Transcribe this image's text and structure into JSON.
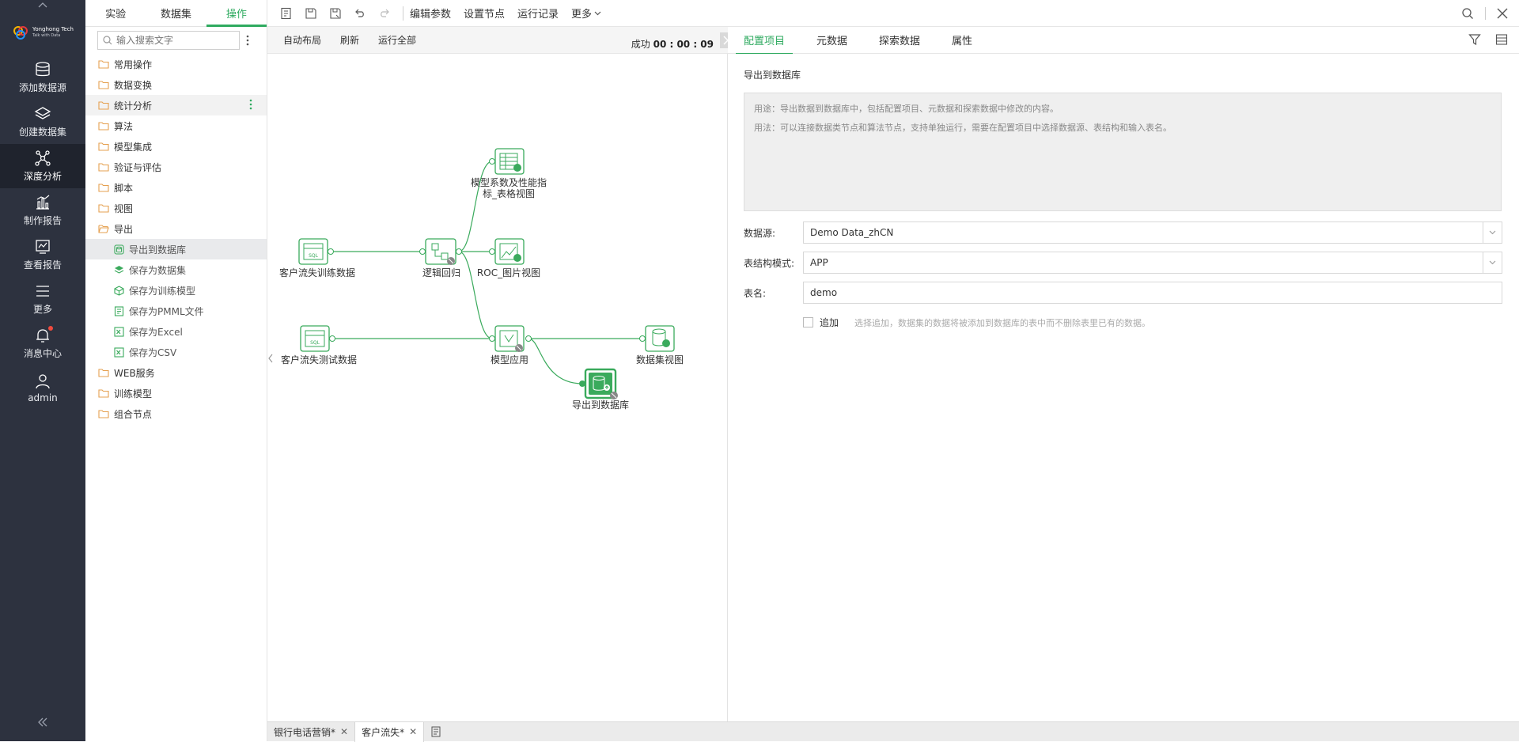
{
  "brand": {
    "name": "Yonghong Tech",
    "tagline": "Talk with Data"
  },
  "rail": {
    "items": [
      {
        "label": "添加数据源",
        "icon": "database-icon"
      },
      {
        "label": "创建数据集",
        "icon": "layers-icon"
      },
      {
        "label": "深度分析",
        "icon": "molecule-icon"
      },
      {
        "label": "制作报告",
        "icon": "bar-chart-icon"
      },
      {
        "label": "查看报告",
        "icon": "line-chart-icon"
      },
      {
        "label": "更多",
        "icon": "menu-icon"
      },
      {
        "label": "消息中心",
        "icon": "bell-icon"
      },
      {
        "label": "admin",
        "icon": "user-icon"
      }
    ]
  },
  "panel": {
    "tabs": [
      "实验",
      "数据集",
      "操作"
    ],
    "search_placeholder": "输入搜索文字",
    "tree": [
      "常用操作",
      "数据变换",
      "统计分析",
      "算法",
      "模型集成",
      "验证与评估",
      "脚本",
      "视图",
      "导出",
      "导出到数据库",
      "保存为数据集",
      "保存为训练模型",
      "保存为PMML文件",
      "保存为Excel",
      "保存为CSV",
      "WEB服务",
      "训练模型",
      "组合节点"
    ]
  },
  "toolbar": {
    "edit_params": "编辑参数",
    "set_node": "设置节点",
    "run_log": "运行记录",
    "more": "更多"
  },
  "canvas_toolbar": {
    "auto_layout": "自动布局",
    "refresh": "刷新",
    "run_all": "运行全部",
    "status": "成功",
    "time": "00 : 00 : 09"
  },
  "nodes": {
    "train_data": "客户流失训练数据",
    "test_data": "客户流失测试数据",
    "logistic": "逻辑回归",
    "coef_view_1": "模型系数及性能指",
    "coef_view_2": "标_表格视图",
    "roc_view": "ROC_图片视图",
    "model_apply": "模型应用",
    "dataset_view": "数据集视图",
    "export_db": "导出到数据库"
  },
  "props": {
    "tabs": [
      "配置项目",
      "元数据",
      "探索数据",
      "属性"
    ],
    "title": "导出到数据库",
    "desc_usage": "用途：导出数据到数据库中，包括配置项目、元数据和探索数据中修改的内容。",
    "desc_method": "用法：可以连接数据类节点和算法节点，支持单独运行，需要在配置项目中选择数据源、表结构和输入表名。",
    "datasource_label": "数据源:",
    "datasource_value": "Demo Data_zhCN",
    "schema_label": "表结构模式:",
    "schema_value": "APP",
    "table_label": "表名:",
    "table_value": "demo",
    "append_label": "追加",
    "append_hint": "选择追加，数据集的数据将被添加到数据库的表中而不删除表里已有的数据。"
  },
  "bottom_tabs": [
    {
      "label": "银行电话营销*"
    },
    {
      "label": "客户流失*"
    }
  ],
  "colors": {
    "accent": "#2eaa5f",
    "rail_bg": "#2d323f",
    "node_green": "#3aaa5c"
  }
}
